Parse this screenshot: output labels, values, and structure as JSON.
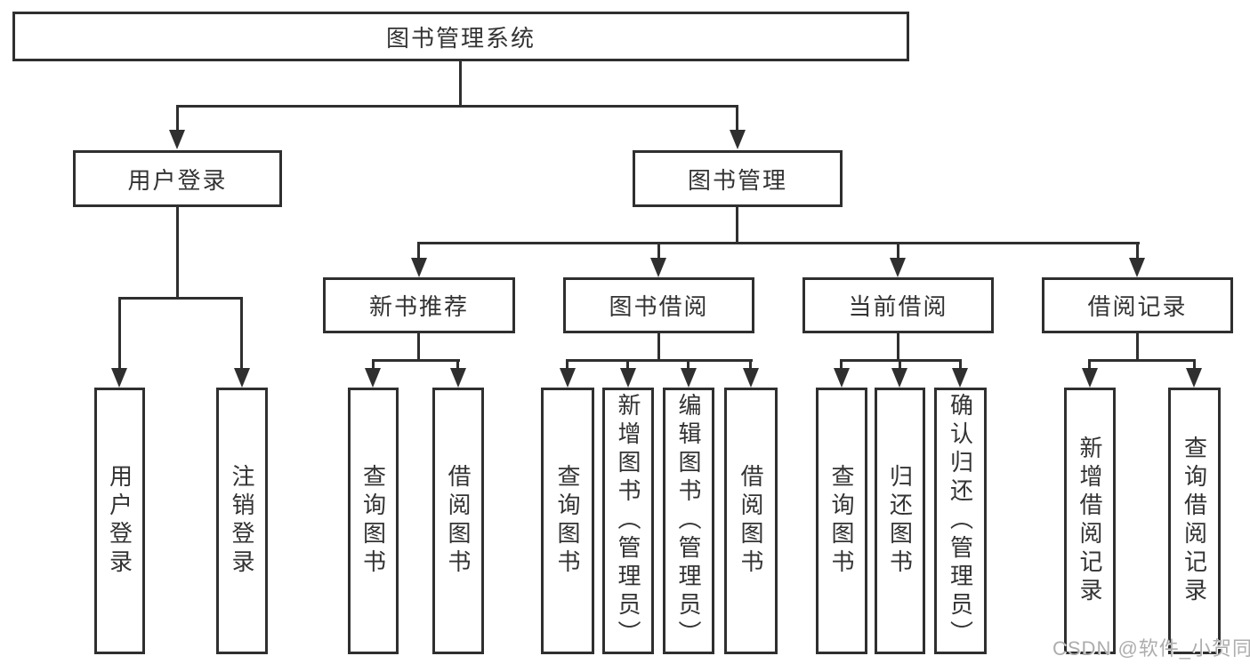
{
  "colors": {
    "line": "#2f2f2f",
    "text": "#333333",
    "watermark": "#adadad",
    "background": "#ffffff"
  },
  "tree": {
    "root": "图书管理系统",
    "branches": [
      {
        "label": "用户登录",
        "children": [
          {
            "label": "用户登录"
          },
          {
            "label": "注销登录"
          }
        ]
      },
      {
        "label": "图书管理",
        "children": [
          {
            "label": "新书推荐",
            "children": [
              {
                "label": "查询图书"
              },
              {
                "label": "借阅图书"
              }
            ]
          },
          {
            "label": "图书借阅",
            "children": [
              {
                "label": "查询图书"
              },
              {
                "label": "新增图书（管理员）"
              },
              {
                "label": "编辑图书（管理员）"
              },
              {
                "label": "借阅图书"
              }
            ]
          },
          {
            "label": "当前借阅",
            "children": [
              {
                "label": "查询图书"
              },
              {
                "label": "归还图书"
              },
              {
                "label": "确认归还（管理员）"
              }
            ]
          },
          {
            "label": "借阅记录",
            "children": [
              {
                "label": "新增借阅记录"
              },
              {
                "label": "查询借阅记录"
              }
            ]
          }
        ]
      }
    ]
  },
  "watermark": "CSDN @软件_小贺同学"
}
